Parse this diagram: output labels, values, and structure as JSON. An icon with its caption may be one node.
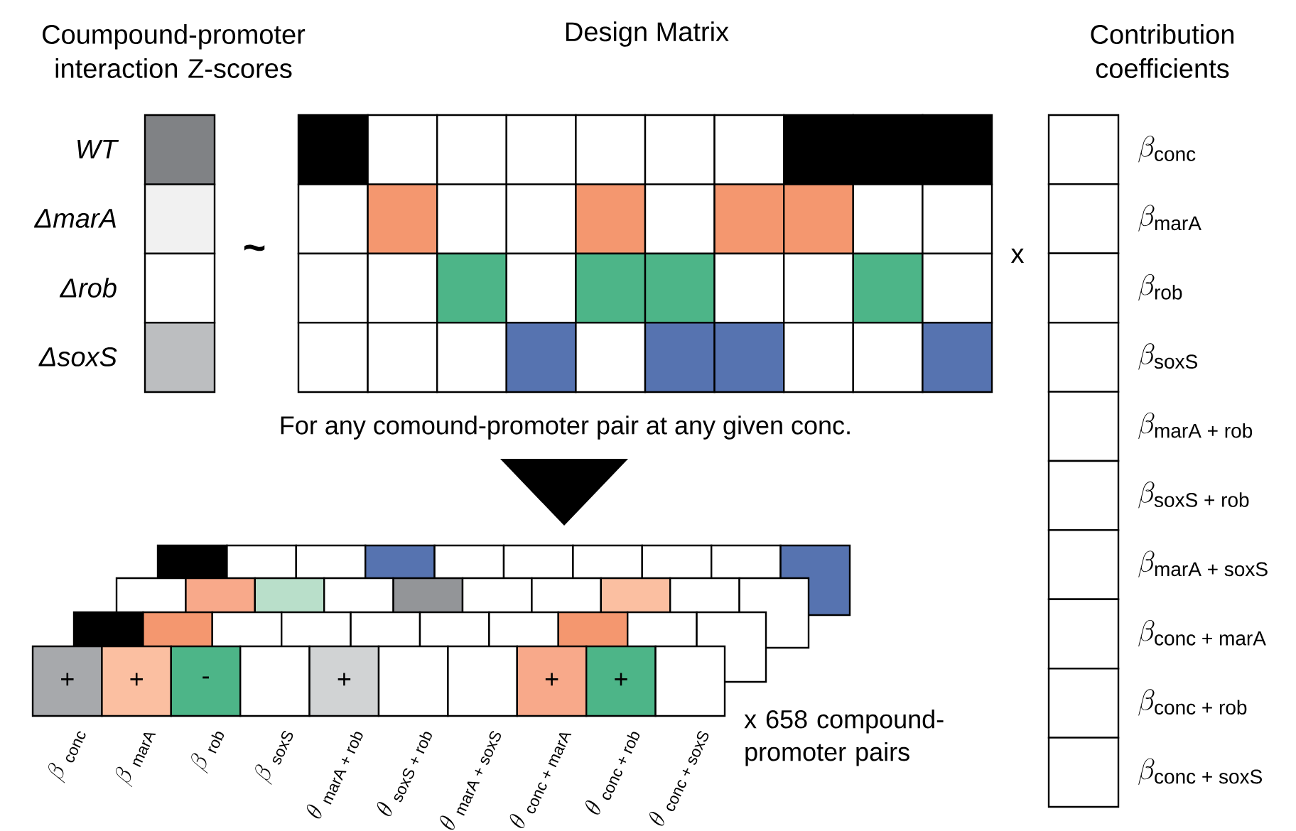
{
  "diagram": {
    "labels": [
      "Coumpound-promoter interaction Z-scores",
      "Design Matrix",
      "Contribution coefficients",
      "WT",
      "ΔmarA",
      "Δrob",
      "ΔsoxS",
      "~",
      "x",
      "\\beta_{\\text{conc}}",
      "\\beta_{\\text{marA}}",
      "\\beta_{\\text{rob}}",
      "\\beta_{\\text{soxS}}",
      "\\beta_{\\text{marA + rob}}",
      "\\beta_{\\text{soxS + rob}}",
      "\\beta_{\\text{marA + soxS}}",
      "\\beta_{\\text{conc  + marA}}",
      "\\beta_{\\text{conc + rob}}",
      "\\beta_{\\text{conc + soxS}}",
      "For any comound-promoter pair at any given conc.",
      "+",
      "+",
      "-",
      "+",
      "+",
      "+",
      "\\beta\\ _{\\text{conc}}",
      "\\beta\\ _{\\text{marA}}",
      "\\beta\\ _{\\text{rob}}",
      "\\beta\\ _{\\text{soxS}}",
      "\\theta\\ _{\\text{marA + rob}}",
      "\\theta\\ _{\\text{soxS + rob}}",
      "\\theta\\ _{\\text{marA + soxS}}",
      "\\theta\\ _{\\text{conc + marA}}",
      "\\theta\\ _{\\text{conc + rob}}",
      "\\theta\\ _{\\text{conc + soxS}}",
      "x 658 compound-promoter pairs"
    ]
  }
}
